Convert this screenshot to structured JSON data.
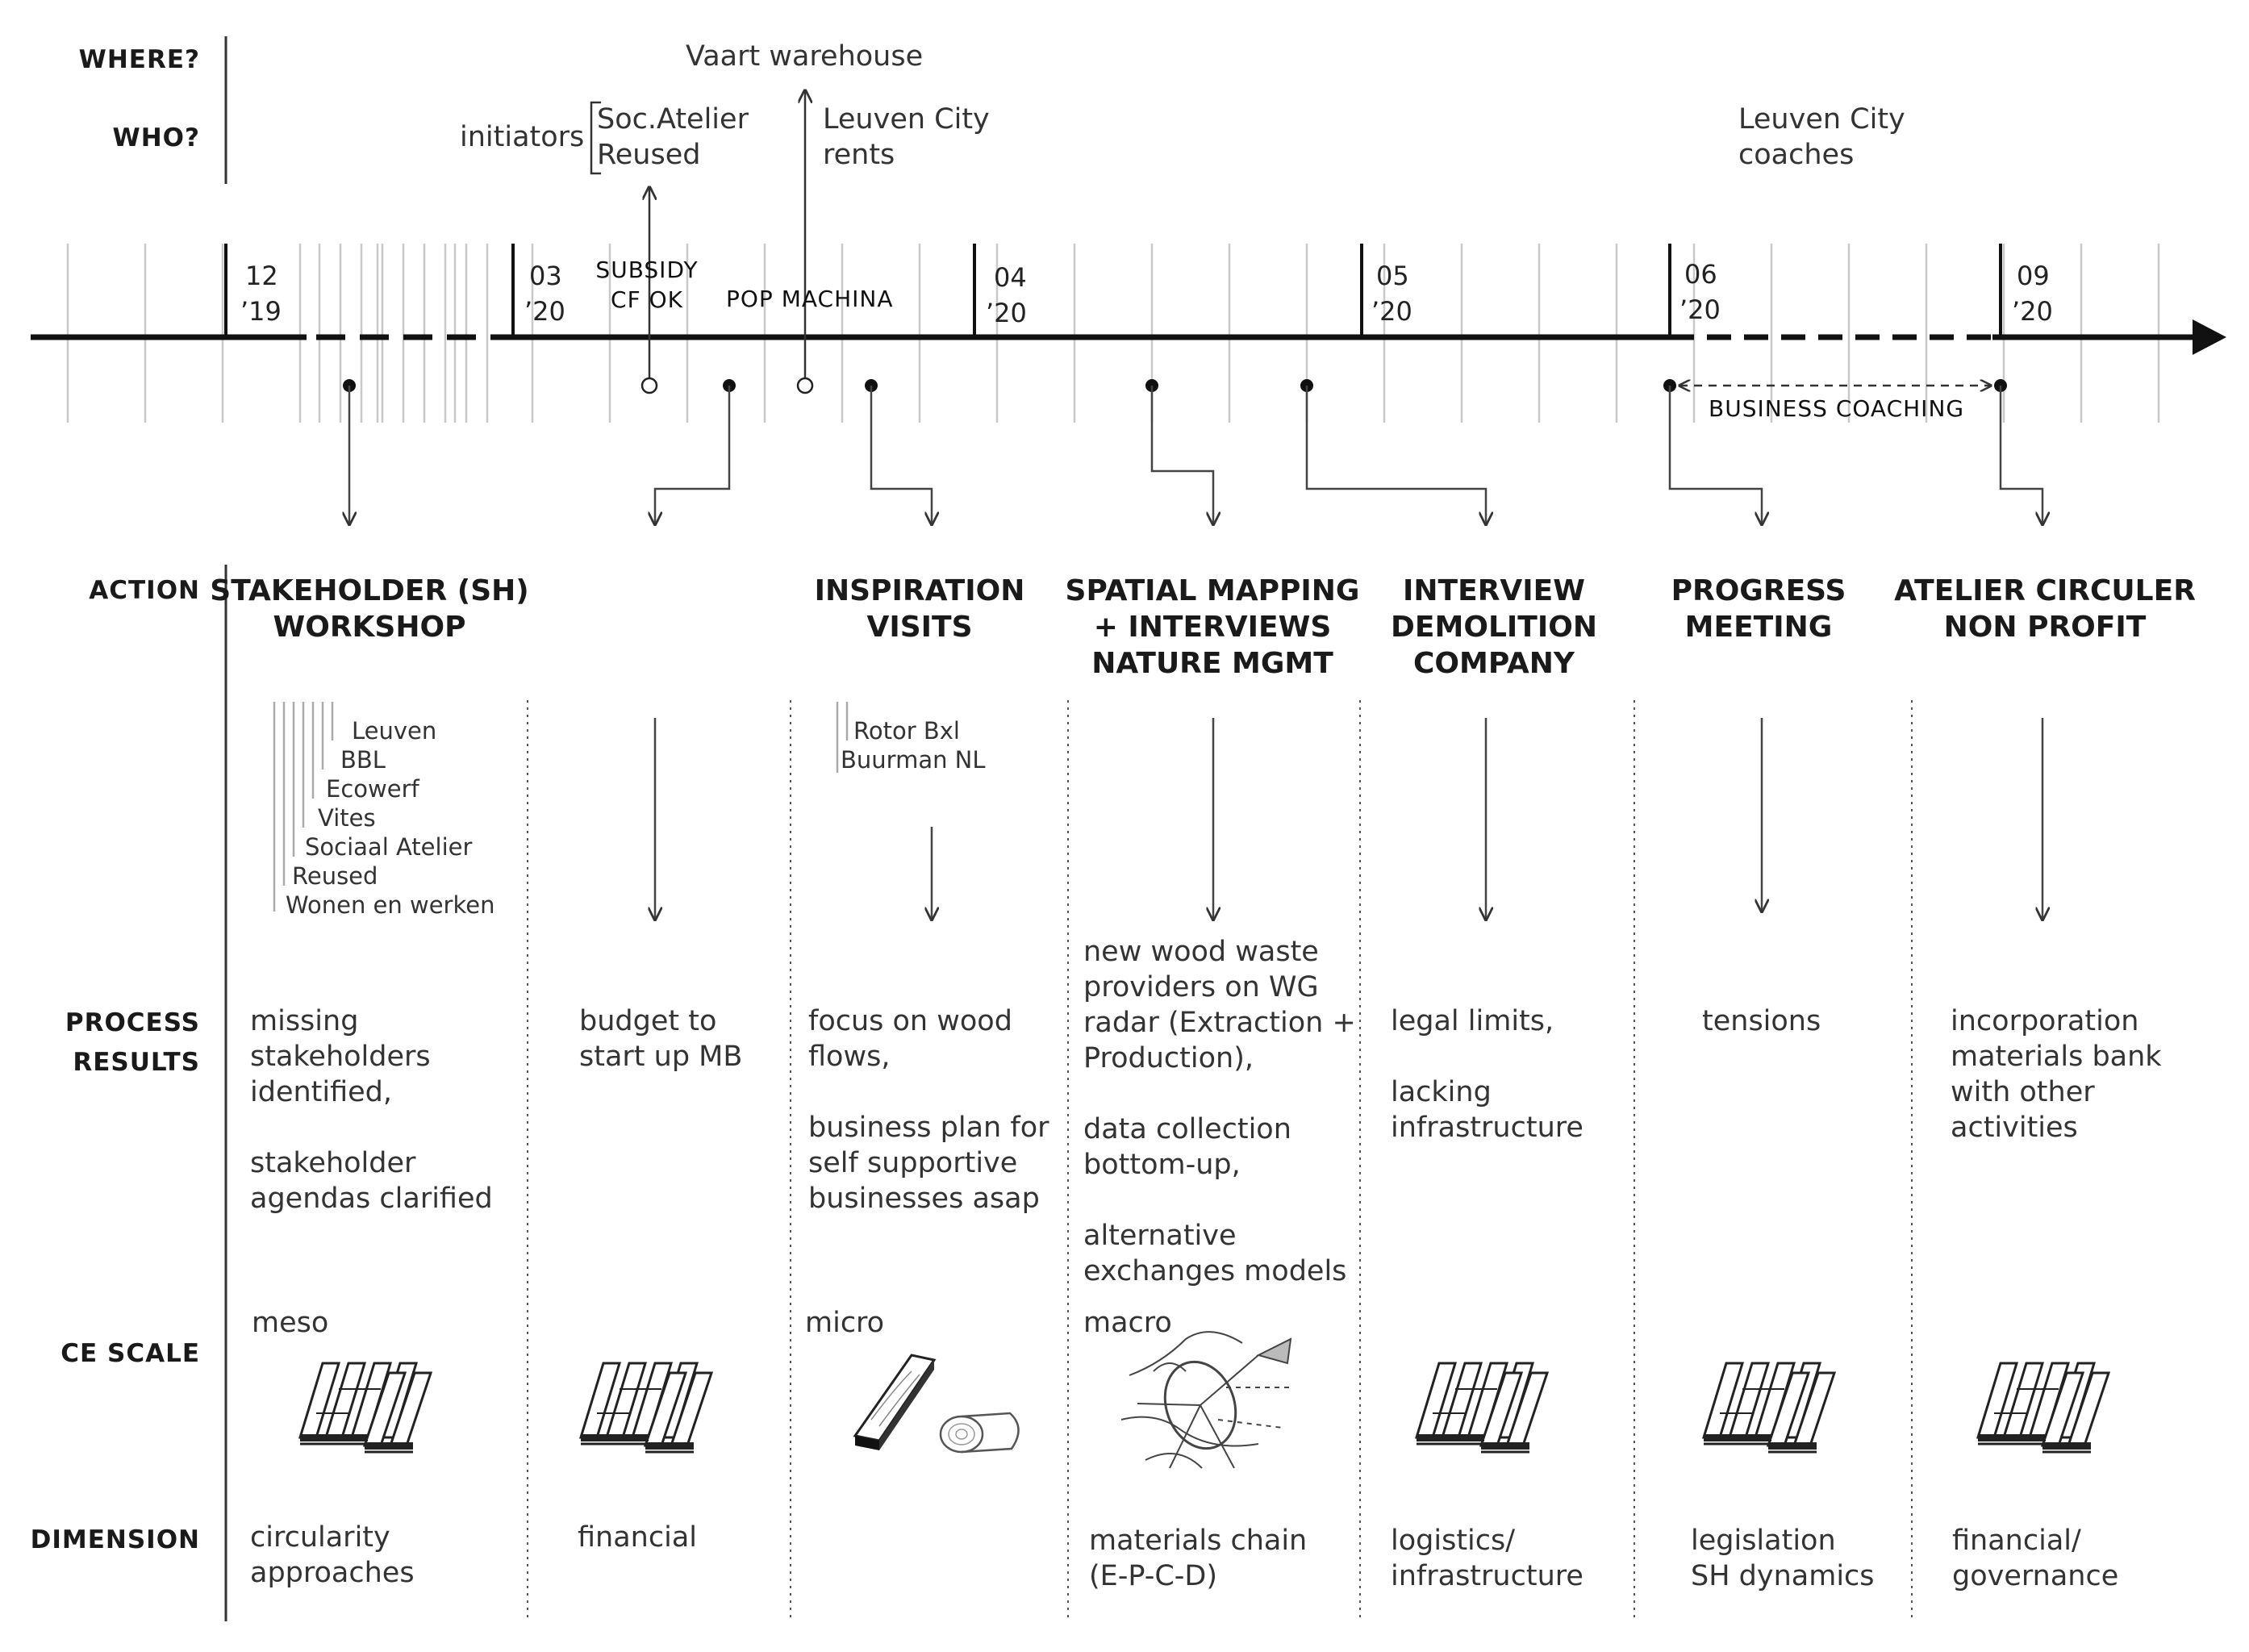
{
  "row_labels": {
    "where": "WHERE?",
    "who": "WHO?",
    "action": "ACTION",
    "process_results": [
      "PROCESS",
      "RESULTS"
    ],
    "ce_scale": "CE SCALE",
    "dimension": "DIMENSION"
  },
  "where": {
    "vaart": "Vaart warehouse"
  },
  "who": {
    "initiators_label": "initiators",
    "initiators": [
      "Soc.Atelier",
      "Reused"
    ],
    "leuven_rents": [
      "Leuven City",
      "rents"
    ],
    "leuven_coaches": [
      "Leuven City",
      "coaches"
    ]
  },
  "timeline": {
    "ticks": [
      {
        "month": "12",
        "year": "’19"
      },
      {
        "month": "03",
        "year": "’20"
      },
      {
        "month": "04",
        "year": "’20"
      },
      {
        "month": "05",
        "year": "’20"
      },
      {
        "month": "06",
        "year": "’20"
      },
      {
        "month": "09",
        "year": "’20"
      }
    ],
    "events": {
      "subsidy": [
        "SUBSIDY",
        "CF OK"
      ],
      "pop_machina": "POP MACHINA",
      "business_coaching": "BUSINESS COACHING"
    }
  },
  "columns": [
    {
      "action": [
        "STAKEHOLDER (SH)",
        "WORKSHOP"
      ],
      "participants": [
        "Leuven",
        "BBL",
        "Ecowerf",
        "Vites",
        "Sociaal Atelier",
        "Reused",
        "Wonen en werken"
      ],
      "results": [
        "missing",
        "stakeholders",
        "identified,",
        "",
        "stakeholder",
        "agendas clarified"
      ],
      "scale": "meso",
      "scale_icon": "planks-icon",
      "dimension": [
        "circularity",
        "approaches"
      ]
    },
    {
      "action": [],
      "results": [
        "budget to",
        "start up MB"
      ],
      "scale": "",
      "scale_icon": "planks-icon",
      "dimension": [
        "financial"
      ]
    },
    {
      "action": [
        "INSPIRATION",
        "VISITS"
      ],
      "participants": [
        "Rotor Bxl",
        "Buurman NL"
      ],
      "results": [
        "focus on wood",
        "flows,",
        "",
        "business plan for",
        "self supportive",
        "businesses asap"
      ],
      "scale": "micro",
      "scale_icon": "board-and-log-icon",
      "dimension": []
    },
    {
      "action": [
        "SPATIAL MAPPING",
        "+ INTERVIEWS",
        "NATURE MGMT"
      ],
      "results": [
        "new wood waste",
        "providers on WG",
        "radar (Extraction +",
        "Production),",
        "",
        "data collection",
        "bottom-up,",
        "",
        "alternative",
        "exchanges models"
      ],
      "scale": "macro",
      "scale_icon": "map-sketch-icon",
      "dimension": [
        "materials chain",
        "(E-P-C-D)"
      ]
    },
    {
      "action": [
        "INTERVIEW",
        "DEMOLITION",
        "COMPANY"
      ],
      "results": [
        "legal limits,",
        "",
        "lacking",
        "infrastructure"
      ],
      "scale": "",
      "scale_icon": "planks-icon",
      "dimension": [
        "logistics/",
        "infrastructure"
      ]
    },
    {
      "action": [
        "PROGRESS",
        "MEETING"
      ],
      "results": [
        "tensions"
      ],
      "scale": "",
      "scale_icon": "planks-icon",
      "dimension": [
        "legislation",
        "SH dynamics"
      ]
    },
    {
      "action": [
        "ATELIER CIRCULER",
        "NON PROFIT"
      ],
      "results": [
        "incorporation",
        "materials bank",
        "with other",
        "activities"
      ],
      "scale": "",
      "scale_icon": "planks-icon",
      "dimension": [
        "financial/",
        "governance"
      ]
    }
  ]
}
